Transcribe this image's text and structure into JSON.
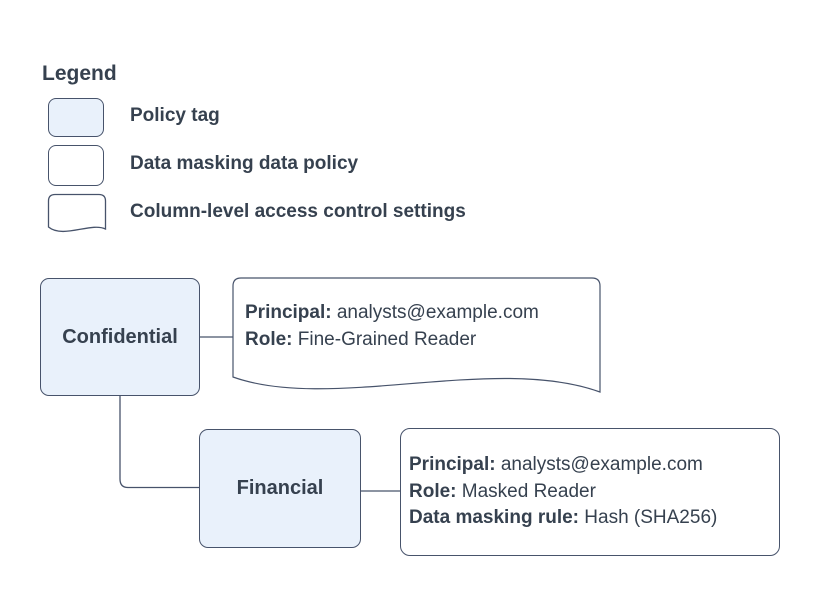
{
  "colors": {
    "policy_tag_fill": "#e9f1fb",
    "node_stroke": "#47536b",
    "text": "#36414f",
    "background": "#ffffff"
  },
  "legend": {
    "title": "Legend",
    "items": [
      {
        "swatch_icon": "policy-tag-swatch",
        "label": "Policy tag"
      },
      {
        "swatch_icon": "data-masking-policy-swatch",
        "label": "Data masking data policy"
      },
      {
        "swatch_icon": "column-access-swatch",
        "label": "Column-level access control settings"
      }
    ]
  },
  "diagram": {
    "policy_tags": [
      {
        "name": "Confidential"
      },
      {
        "name": "Financial"
      }
    ],
    "access_control_settings": {
      "lines": [
        {
          "label": "Principal:",
          "value": "analysts@example.com"
        },
        {
          "label": "Role:",
          "value": "Fine-Grained Reader"
        }
      ]
    },
    "data_masking_policy": {
      "lines": [
        {
          "label": "Principal:",
          "value": "analysts@example.com"
        },
        {
          "label": "Role:",
          "value": "Masked Reader"
        },
        {
          "label": "Data masking rule:",
          "value": "Hash (SHA256)"
        }
      ]
    }
  }
}
